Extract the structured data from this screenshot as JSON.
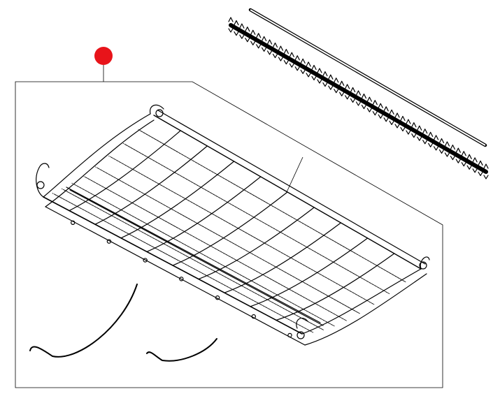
{
  "colors": {
    "marker": "#e8141a",
    "line": "#000000",
    "background": "#ffffff"
  },
  "markers": [
    {
      "name": "position-marker",
      "label": ""
    }
  ],
  "parts": [
    {
      "name": "threshing-concave",
      "icon": "concave-grate-drawing"
    },
    {
      "name": "wire-rod",
      "icon": "straight-rod-drawing"
    },
    {
      "name": "serrated-rasp-strip",
      "icon": "toothed-bar-drawing"
    },
    {
      "name": "curved-wire-long",
      "icon": "curved-wire-drawing"
    },
    {
      "name": "curved-wire-short",
      "icon": "curved-wire-drawing"
    }
  ]
}
